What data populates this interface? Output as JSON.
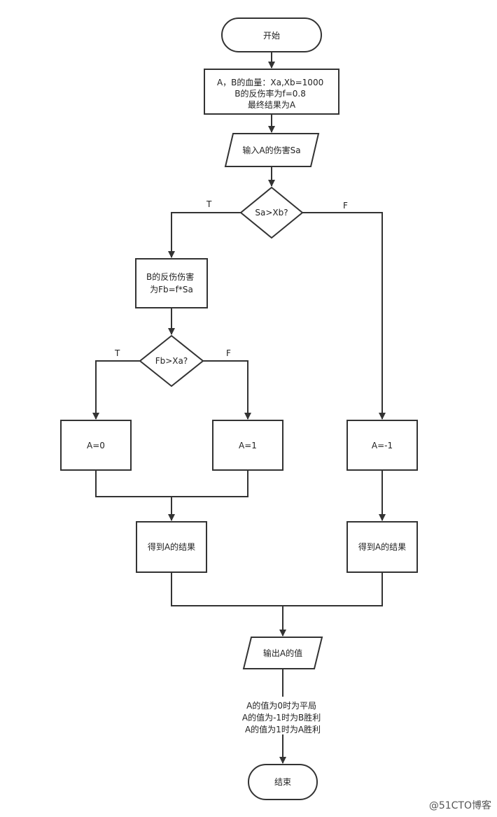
{
  "nodes": {
    "start": [
      "开始"
    ],
    "init": [
      "A，B的血量：Xa,Xb=1000",
      "B的反伤率为f=0.8",
      "最终结果为A"
    ],
    "input_sa": [
      "输入A的伤害Sa"
    ],
    "cond_sa": [
      "Sa>Xb?"
    ],
    "calc_fb": [
      "B的反伤伤害",
      "为Fb=f*Sa"
    ],
    "cond_fb": [
      "Fb>Xa?"
    ],
    "a_zero": [
      "A=0"
    ],
    "a_one": [
      "A=1"
    ],
    "a_neg": [
      "A=-1"
    ],
    "result_left": [
      "得到A的结果"
    ],
    "result_right": [
      "得到A的结果"
    ],
    "output": [
      "输出A的值"
    ],
    "end": [
      "结束"
    ]
  },
  "annotations": {
    "output_note": [
      "A的值为0时为平局",
      "A的值为-1时为B胜利",
      "A的值为1时为A胜利"
    ]
  },
  "branch_labels": {
    "sa_true": "T",
    "sa_false": "F",
    "fb_true": "T",
    "fb_false": "F"
  },
  "watermark": "@51CTO博客"
}
